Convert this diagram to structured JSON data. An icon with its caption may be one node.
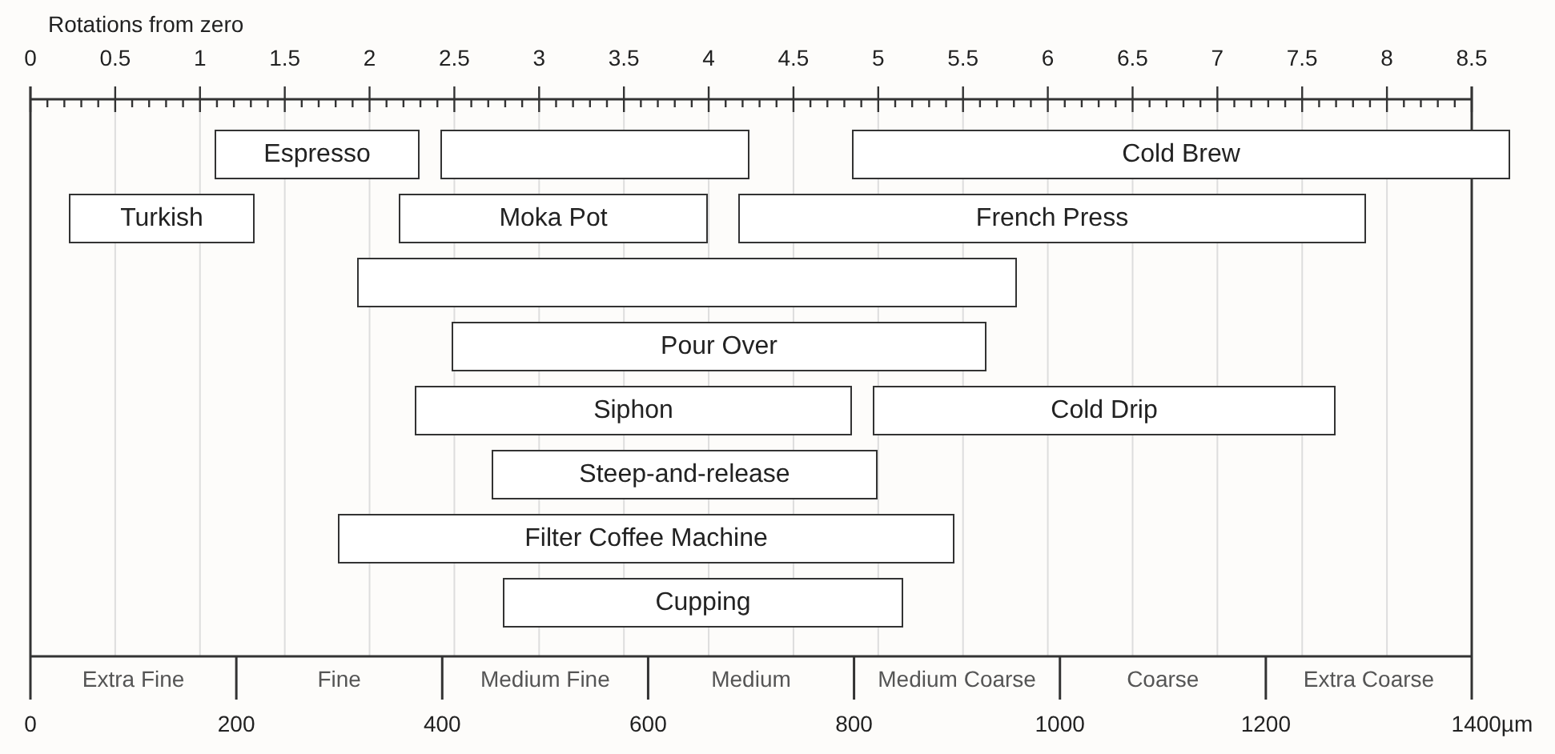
{
  "diagram": {
    "nodes": [
      {
        "text": [
          "Espresso"
        ]
      },
      {
        "text": [],
        "shape": "box"
      },
      {
        "text": [
          "Cold Brew"
        ]
      },
      {
        "text": [
          "Turkish"
        ]
      },
      {
        "text": [
          "Moka Pot"
        ]
      },
      {
        "text": [
          "French Press"
        ]
      },
      {
        "text": [],
        "shape": "box"
      },
      {
        "text": [
          "Pour Over"
        ]
      },
      {
        "text": [
          "Siphon"
        ]
      },
      {
        "text": [
          "Cold Drip"
        ]
      },
      {
        "text": [
          "Steep-and-release"
        ]
      },
      {
        "text": [
          "Filter Coffee Machine"
        ]
      },
      {
        "text": [
          "Cupping"
        ]
      }
    ],
    "edges": [],
    "labels": [
      "Rotations from zero",
      "0",
      "0.5",
      "1",
      "1.5",
      "2",
      "2.5",
      "3",
      "3.5",
      "4",
      "4.5",
      "5",
      "5.5",
      "6",
      "6.5",
      "7",
      "7.5",
      "8",
      "8.5",
      "Extra Fine",
      "Fine",
      "Medium Fine",
      "Medium",
      "Medium Coarse",
      "Coarse",
      "Extra Coarse",
      "0",
      "200",
      "400",
      "600",
      "800",
      "1000",
      "1200",
      "1400µm"
    ]
  }
}
